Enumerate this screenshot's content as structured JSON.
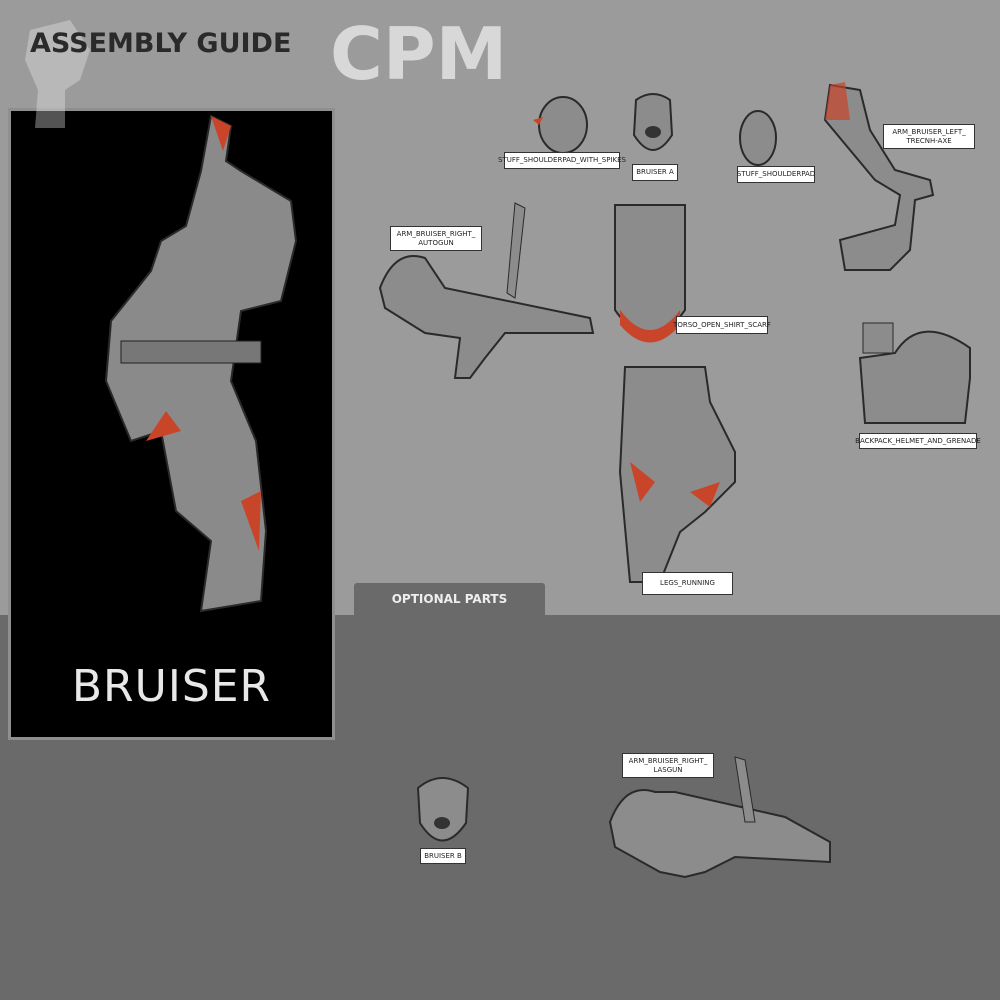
{
  "header": {
    "title": "ASSEMBLY GUIDE",
    "logo_text": "CPM"
  },
  "panel": {
    "name": "BRUISER"
  },
  "optional_tab": "OPTIONAL PARTS",
  "labels": {
    "shoulderpad_spikes": "STUFF_SHOULDERPAD_WITH_SPIKES",
    "bruiser_a": "BRUISER A",
    "shoulderpad": "STUFF_SHOULDERPAD",
    "arm_left_axe": "ARM_BRUISER_LEFT_ TRECNH-AXE",
    "arm_right_autogun": "ARM_BRUISER_RIGHT_ AUTOGUN",
    "torso": "TORSO_OPEN_SHIRT_SCARF",
    "backpack": "BACKPACK_HELMET_AND_GRENADE",
    "legs": "LEGS_RUNNING",
    "arm_right_lasgun": "ARM_BRUISER_RIGHT_ LASGUN",
    "bruiser_b": "BRUISER B"
  },
  "colors": {
    "part": "#8c8c8c",
    "accent": "#c8452a",
    "outline": "#2a2a2a"
  }
}
